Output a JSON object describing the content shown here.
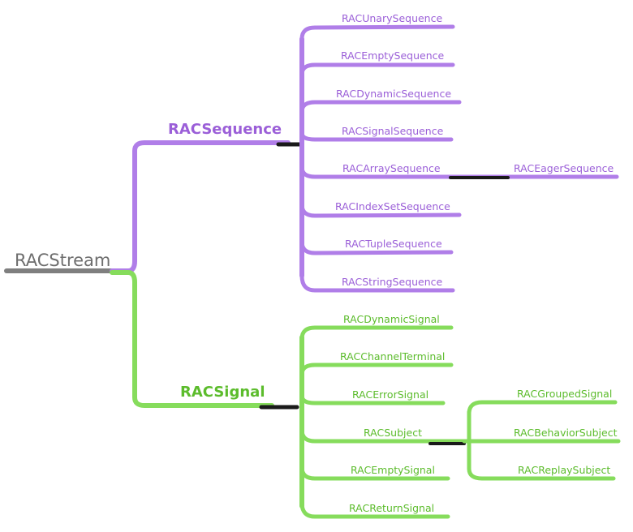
{
  "colors": {
    "root": "#7f7f7f",
    "sequence": "#b07ee8",
    "signal": "#86dc5c",
    "sequence_text": "#9b5fd8",
    "signal_text": "#5cbc2c",
    "root_text": "#6e6e6e",
    "shadow": "#1a1a1a"
  },
  "root": {
    "label": "RACStream"
  },
  "sequence_branch": {
    "label": "RACSequence",
    "children": [
      {
        "label": "RACUnarySequence"
      },
      {
        "label": "RACEmptySequence"
      },
      {
        "label": "RACDynamicSequence"
      },
      {
        "label": "RACSignalSequence"
      },
      {
        "label": "RACArraySequence",
        "children": [
          {
            "label": "RACEagerSequence"
          }
        ]
      },
      {
        "label": "RACIndexSetSequence"
      },
      {
        "label": "RACTupleSequence"
      },
      {
        "label": "RACStringSequence"
      }
    ]
  },
  "signal_branch": {
    "label": "RACSignal",
    "children": [
      {
        "label": "RACDynamicSignal"
      },
      {
        "label": "RACChannelTerminal"
      },
      {
        "label": "RACErrorSignal"
      },
      {
        "label": "RACSubject",
        "children": [
          {
            "label": "RACGroupedSignal"
          },
          {
            "label": "RACBehaviorSubject"
          },
          {
            "label": "RACReplaySubject"
          }
        ]
      },
      {
        "label": "RACEmptySignal"
      },
      {
        "label": "RACReturnSignal"
      }
    ]
  }
}
